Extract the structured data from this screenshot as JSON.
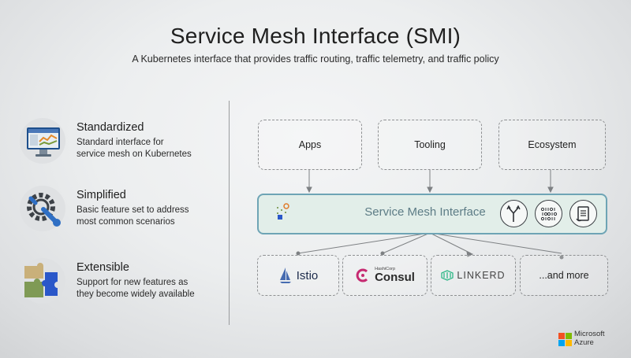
{
  "title": "Service Mesh Interface (SMI)",
  "subtitle": "A Kubernetes interface that provides traffic routing, traffic telemetry, and traffic policy",
  "features": [
    {
      "title": "Standardized",
      "desc_lines": [
        "Standard interface for",
        "service mesh on Kubernetes"
      ],
      "icon": "monitor-icon"
    },
    {
      "title": "Simplified",
      "desc_lines": [
        "Basic feature set to address",
        "most common scenarios"
      ],
      "icon": "gear-wrench-icon"
    },
    {
      "title": "Extensible",
      "desc_lines": [
        "Support for new features as",
        "they become widely available"
      ],
      "icon": "puzzle-icon"
    }
  ],
  "top_boxes": [
    "Apps",
    "Tooling",
    "Ecosystem"
  ],
  "interface_label": "Service Mesh Interface",
  "interface_icons": [
    "split-arrow-icon",
    "binary-icon",
    "document-icon"
  ],
  "implementations": [
    {
      "label": "Istio",
      "icon": "istio-sail-icon"
    },
    {
      "label": "Consul",
      "tag": "HashiCorp",
      "icon": "consul-icon"
    },
    {
      "label": "LINKERD",
      "icon": "linkerd-icon"
    },
    {
      "label": "...and more"
    }
  ],
  "brand": {
    "line1": "Microsoft",
    "line2": "Azure"
  },
  "colors": {
    "interface_border": "#6ea4b5",
    "interface_fill": "#e2eee9",
    "consul": "#c62a71",
    "istio": "#466bb0",
    "linkerd": "#2beda7"
  }
}
